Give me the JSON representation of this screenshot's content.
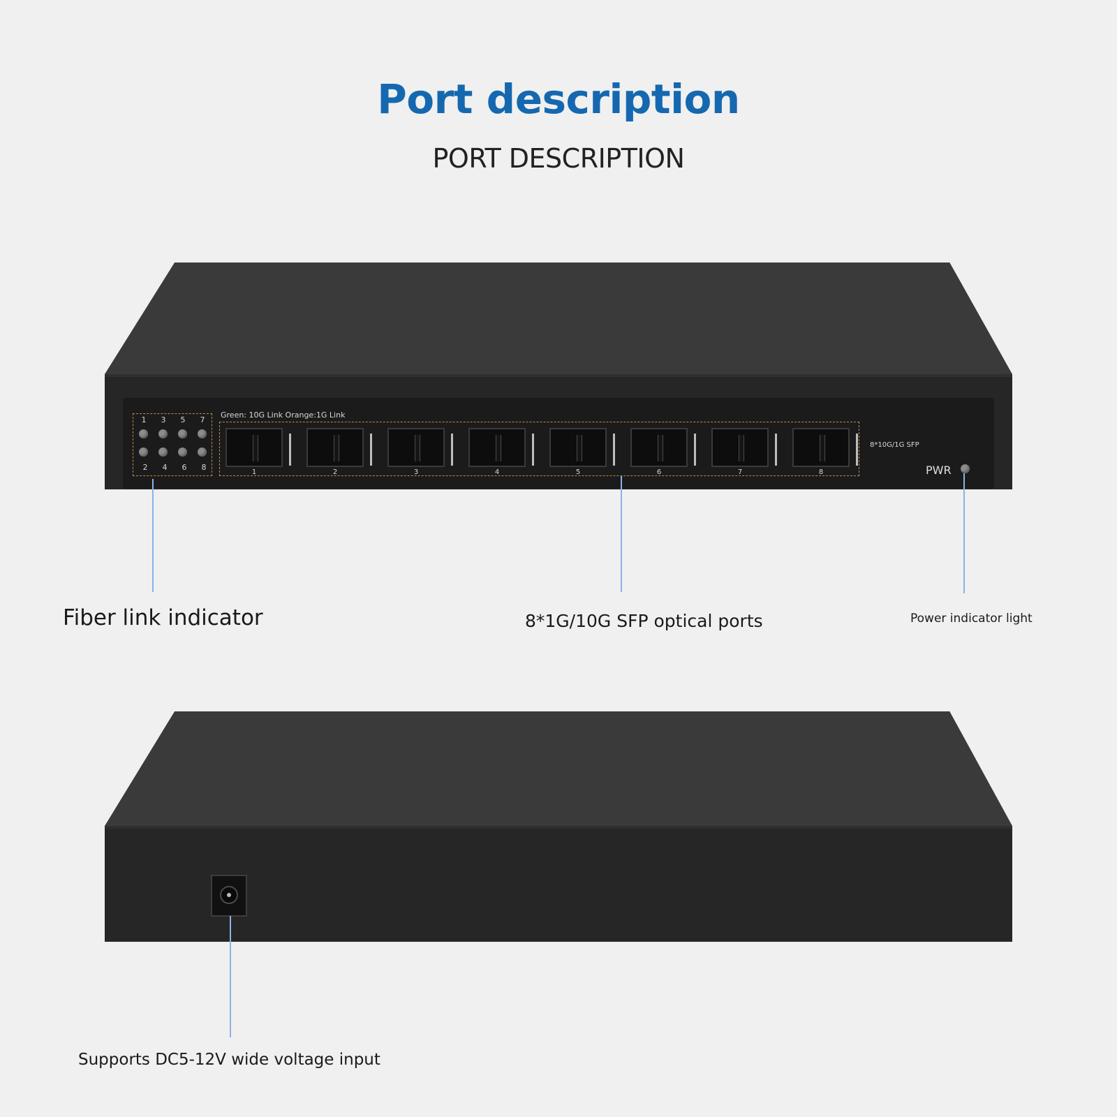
{
  "header": {
    "title": "Port description",
    "subtitle": "PORT DESCRIPTION"
  },
  "front_panel": {
    "led_top_numbers": [
      "1",
      "3",
      "5",
      "7"
    ],
    "led_bottom_numbers": [
      "2",
      "4",
      "6",
      "8"
    ],
    "legend": "Green: 10G Link  Orange:1G Link",
    "sfp_port_numbers": [
      "1",
      "2",
      "3",
      "4",
      "5",
      "6",
      "7",
      "8"
    ],
    "sfp_label": "8*10G/1G SFP",
    "pwr_label": "PWR"
  },
  "callouts": {
    "fiber": "Fiber link indicator",
    "sfp": "8*1G/10G SFP optical ports",
    "power": "Power indicator light",
    "dc": "Supports DC5-12V wide voltage input"
  },
  "colors": {
    "title": "#1568b0",
    "callout_line": "#8cb2e4",
    "device_body": "#262626",
    "dashed_frame": "#c28a4a"
  }
}
